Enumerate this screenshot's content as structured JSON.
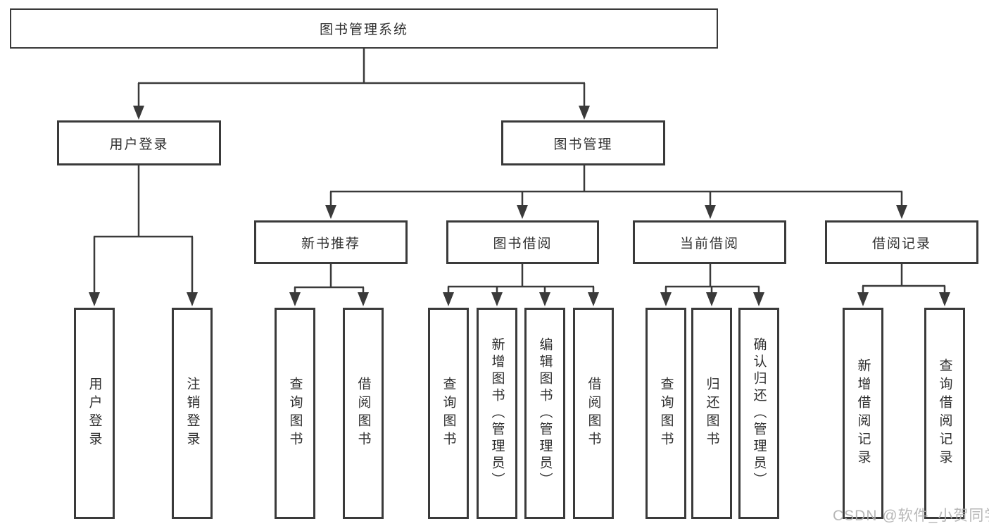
{
  "tree": {
    "root": "图书管理系统",
    "branches": [
      {
        "label": "用户登录",
        "children": [
          "用户登录",
          "注销登录"
        ]
      },
      {
        "label": "图书管理",
        "groups": [
          {
            "label": "新书推荐",
            "children": [
              "查询图书",
              "借阅图书"
            ]
          },
          {
            "label": "图书借阅",
            "children": [
              "查询图书",
              "新增图书（管理员）",
              "编辑图书（管理员）",
              "借阅图书"
            ]
          },
          {
            "label": "当前借阅",
            "children": [
              "查询图书",
              "归还图书",
              "确认归还（管理员）"
            ]
          },
          {
            "label": "借阅记录",
            "children": [
              "新增借阅记录",
              "查询借阅记录"
            ]
          }
        ]
      }
    ]
  },
  "watermark": "CSDN @软件_小贺同学",
  "colors": {
    "line": "#3a3a3a",
    "text": "#2f2f2f",
    "watermark_gray": "#b0b0b0",
    "background": "#ffffff"
  }
}
